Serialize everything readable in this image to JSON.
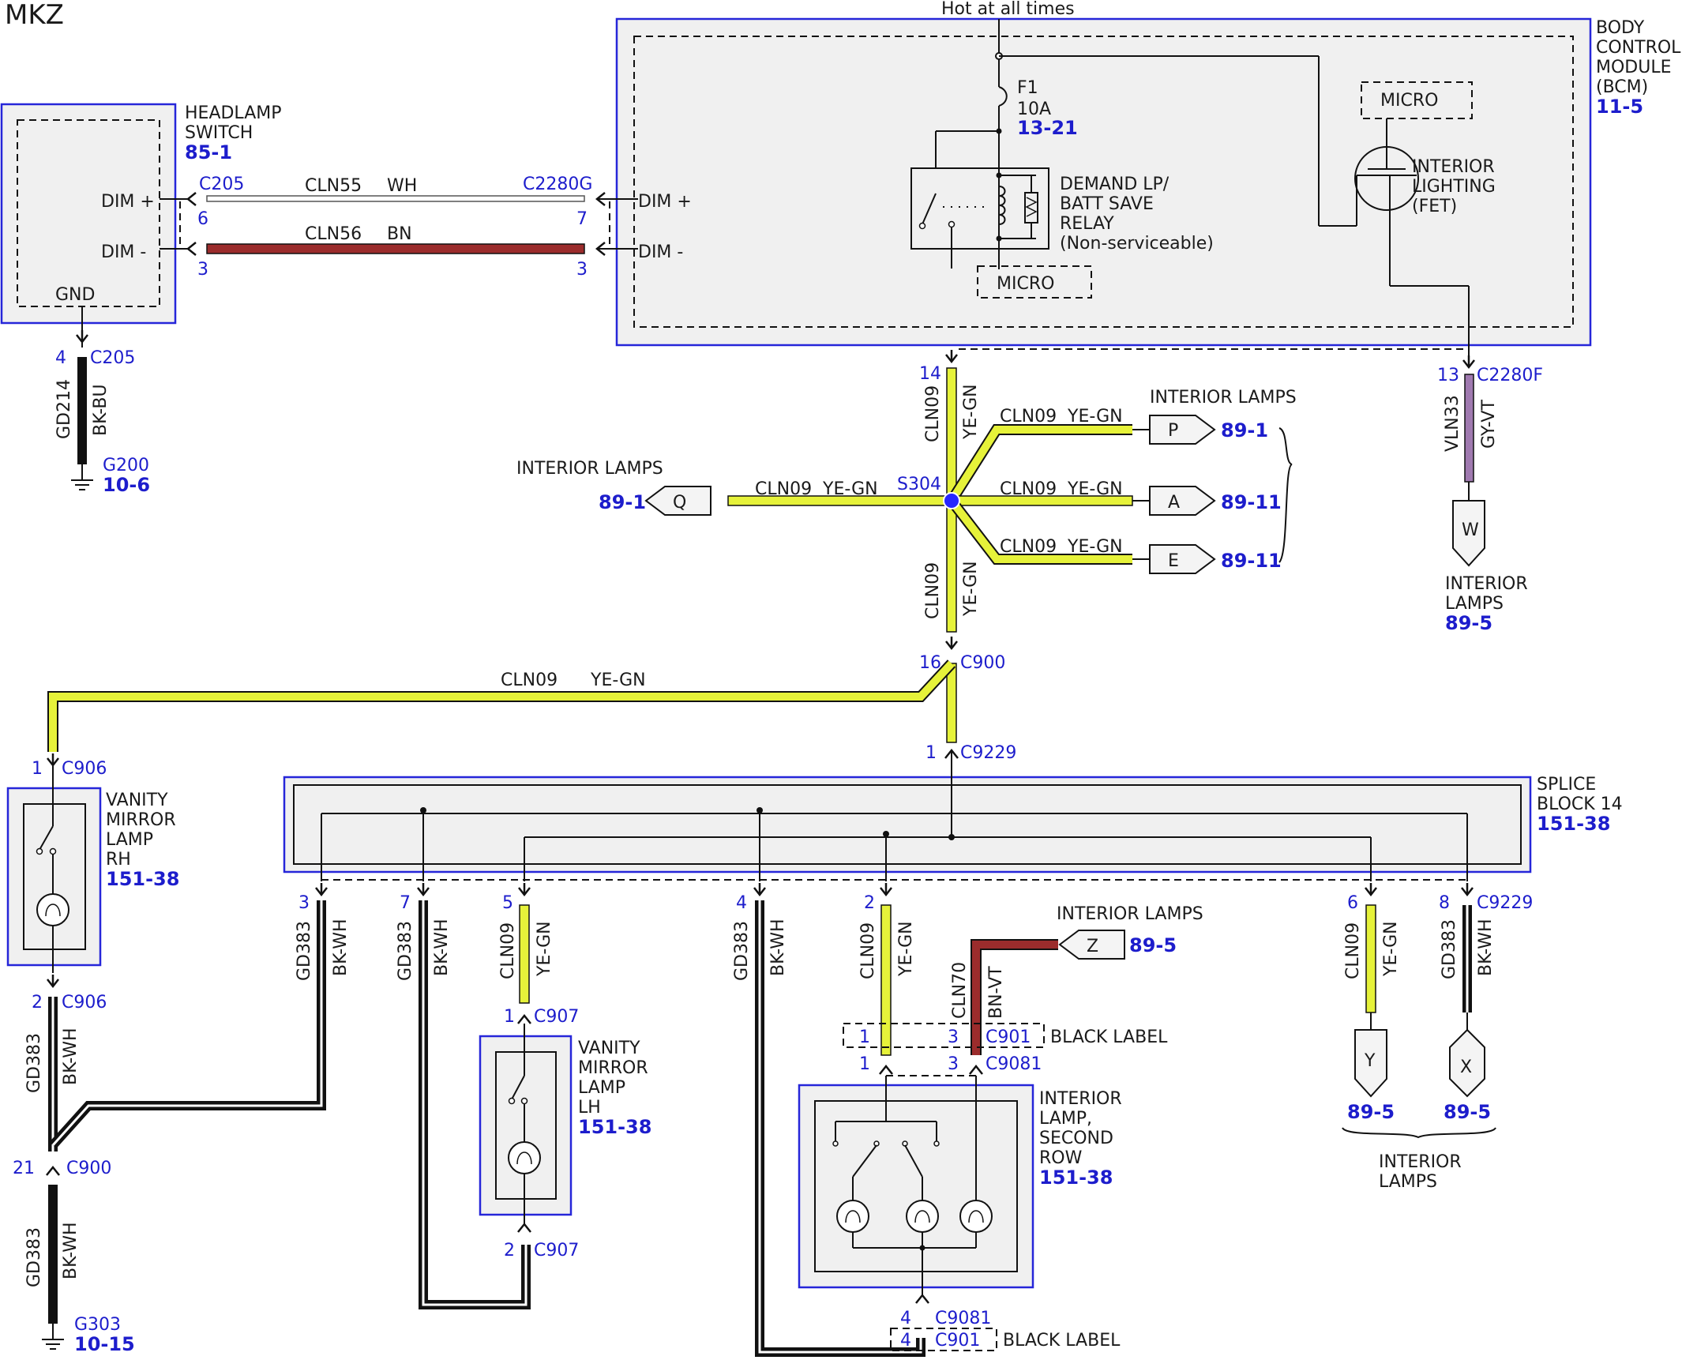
{
  "title": "MKZ",
  "power_label": "Hot at all times",
  "colors": {
    "outline_blue": "#2626d9",
    "ref_blue": "#1d1dcc",
    "ye_gn_fill": "#e6f23a",
    "bn_fill": "#9b2c2c",
    "bk_fill": "#111111",
    "gy_vt_fill": "#a07ab0",
    "wh_fill": "#ffffff"
  },
  "bcm": {
    "name_lines": [
      "BODY",
      "CONTROL",
      "MODULE",
      "(BCM)"
    ],
    "ref": "11-5",
    "fuse": {
      "name": "F1",
      "rating": "10A",
      "ref": "13-21"
    },
    "relay_lines": [
      "DEMAND LP/",
      "BATT SAVE",
      "RELAY",
      "(Non-serviceable)"
    ],
    "micro_relay": "MICRO",
    "micro_top": "MICRO",
    "fet_lines": [
      "INTERIOR",
      "LIGHTING",
      "(FET)"
    ],
    "pin_dim_plus": "DIM +",
    "pin_dim_minus": "DIM -"
  },
  "headlamp_switch": {
    "name_lines": [
      "HEADLAMP",
      "SWITCH"
    ],
    "ref": "85-1",
    "pin_dim_plus": "DIM +",
    "pin_dim_minus": "DIM -",
    "pin_gnd": "GND"
  },
  "harness_links": {
    "c205": "C205",
    "c2280g": "C2280G",
    "dim_plus": {
      "circuit": "CLN55",
      "color": "WH",
      "pin_left": "6",
      "pin_right": "7"
    },
    "dim_minus": {
      "circuit": "CLN56",
      "color": "BN",
      "pin_left": "3",
      "pin_right": "3"
    }
  },
  "ground_g200": {
    "pin": "4",
    "connector": "C205",
    "circuit": "GD214",
    "color": "BK-BU",
    "ground": "G200",
    "ref": "10-6"
  },
  "fet_output": {
    "pin": "13",
    "connector": "C2280F",
    "circuit": "VLN33",
    "color": "GY-VT",
    "tag": "W",
    "label_lines": [
      "INTERIOR",
      "LAMPS"
    ],
    "ref": "89-5"
  },
  "splice_s304": {
    "name": "S304",
    "input": {
      "pin": "14",
      "circuit": "CLN09",
      "color": "YE-GN"
    },
    "branches": [
      {
        "circuit": "CLN09",
        "color": "YE-GN",
        "tag": "P",
        "ref": "89-1"
      },
      {
        "circuit": "CLN09",
        "color": "YE-GN",
        "tag": "A",
        "ref": "89-11"
      },
      {
        "circuit": "CLN09",
        "color": "YE-GN",
        "tag": "E",
        "ref": "89-11"
      },
      {
        "circuit": "CLN09",
        "color": "YE-GN",
        "tag": "Q",
        "ref": "89-1"
      }
    ],
    "right_group_label": "INTERIOR LAMPS",
    "left_label": "INTERIOR LAMPS",
    "down": {
      "circuit": "CLN09",
      "color": "YE-GN"
    }
  },
  "c900_top": {
    "pin": "16",
    "connector": "C900"
  },
  "c9229_top": {
    "pin": "1",
    "connector": "C9229"
  },
  "vanity_feed": {
    "circuit": "CLN09",
    "color": "YE-GN"
  },
  "vanity_rh": {
    "name_lines": [
      "VANITY",
      "MIRROR",
      "LAMP",
      "RH"
    ],
    "ref": "151-38",
    "pin_in": "1",
    "conn_in": "C906",
    "pin_out": "2",
    "conn_out": "C906",
    "out_circuit": "GD383",
    "out_color": "BK-WH"
  },
  "c900_bottom": {
    "pin": "21",
    "connector": "C900"
  },
  "ground_g303": {
    "circuit": "GD383",
    "color": "BK-WH",
    "ground": "G303",
    "ref": "10-15"
  },
  "splice_block": {
    "name_lines": [
      "SPLICE",
      "BLOCK 14"
    ],
    "ref": "151-38",
    "pins": [
      {
        "pin": "3",
        "circuit": "GD383",
        "color": "BK-WH"
      },
      {
        "pin": "7",
        "circuit": "GD383",
        "color": "BK-WH"
      },
      {
        "pin": "5",
        "circuit": "CLN09",
        "color": "YE-GN"
      },
      {
        "pin": "4",
        "circuit": "GD383",
        "color": "BK-WH"
      },
      {
        "pin": "2",
        "circuit": "CLN09",
        "color": "YE-GN"
      },
      {
        "pin": "6",
        "circuit": "CLN09",
        "color": "YE-GN"
      },
      {
        "pin": "8",
        "circuit": "GD383",
        "color": "BK-WH",
        "connector": "C9229"
      }
    ]
  },
  "vanity_lh": {
    "name_lines": [
      "VANITY",
      "MIRROR",
      "LAMP",
      "LH"
    ],
    "ref": "151-38",
    "pin_in": "1",
    "conn_in": "C907",
    "pin_out": "2",
    "conn_out": "C907"
  },
  "cln70_feed": {
    "circuit": "CLN70",
    "color": "BN-VT",
    "tag": "Z",
    "label": "INTERIOR LAMPS",
    "ref": "89-5"
  },
  "black_label_upper": {
    "pin_a": "1",
    "pin_b": "3",
    "connector": "C901",
    "label": "BLACK LABEL"
  },
  "c9081_upper": {
    "pin_a": "1",
    "pin_b": "3",
    "connector": "C9081"
  },
  "second_row_lamp": {
    "name_lines": [
      "INTERIOR",
      "LAMP,",
      "SECOND",
      "ROW"
    ],
    "ref": "151-38"
  },
  "c9081_lower": {
    "pin": "4",
    "connector": "C9081"
  },
  "black_label_lower": {
    "pin": "4",
    "connector": "C901",
    "label": "BLACK LABEL"
  },
  "right_outputs": {
    "y": {
      "tag": "Y",
      "ref": "89-5"
    },
    "x": {
      "tag": "X",
      "ref": "89-5"
    },
    "label_lines": [
      "INTERIOR",
      "LAMPS"
    ]
  }
}
